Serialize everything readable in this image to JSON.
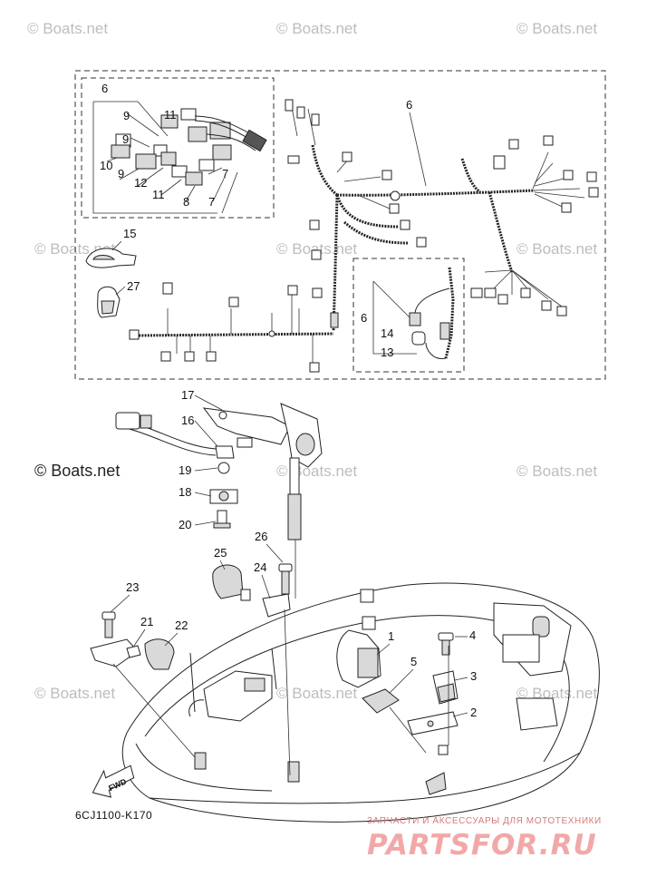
{
  "watermarks": {
    "text": "© Boats.net",
    "primary_text": "© Boats.net"
  },
  "diagram": {
    "part_code": "6CJ1100-K170",
    "fwd_label": "FWD",
    "callouts": {
      "c1": "1",
      "c2": "2",
      "c3": "3",
      "c4": "4",
      "c5": "5",
      "c6a": "6",
      "c6b": "6",
      "c6c": "6",
      "c7a": "7",
      "c7b": "7",
      "c8": "8",
      "c9a": "9",
      "c9b": "9",
      "c10": "10",
      "c11a": "11",
      "c11b": "11",
      "c12": "12",
      "c13": "13",
      "c14": "14",
      "c15": "15",
      "c16": "16",
      "c17": "17",
      "c18": "18",
      "c19": "19",
      "c20": "20",
      "c21": "21",
      "c22": "22",
      "c23": "23",
      "c24": "24",
      "c25": "25",
      "c26": "26",
      "c27": "27"
    }
  },
  "shop_banner": {
    "subtitle": "ЗАПЧАСТИ И АКСЕССУАРЫ ДЛЯ МОТОТЕХНИКИ",
    "brand": "PARTSFOR.RU"
  },
  "colors": {
    "watermark": "#bdbdbd",
    "line": "#222222",
    "brand": "#f2a8a8"
  }
}
